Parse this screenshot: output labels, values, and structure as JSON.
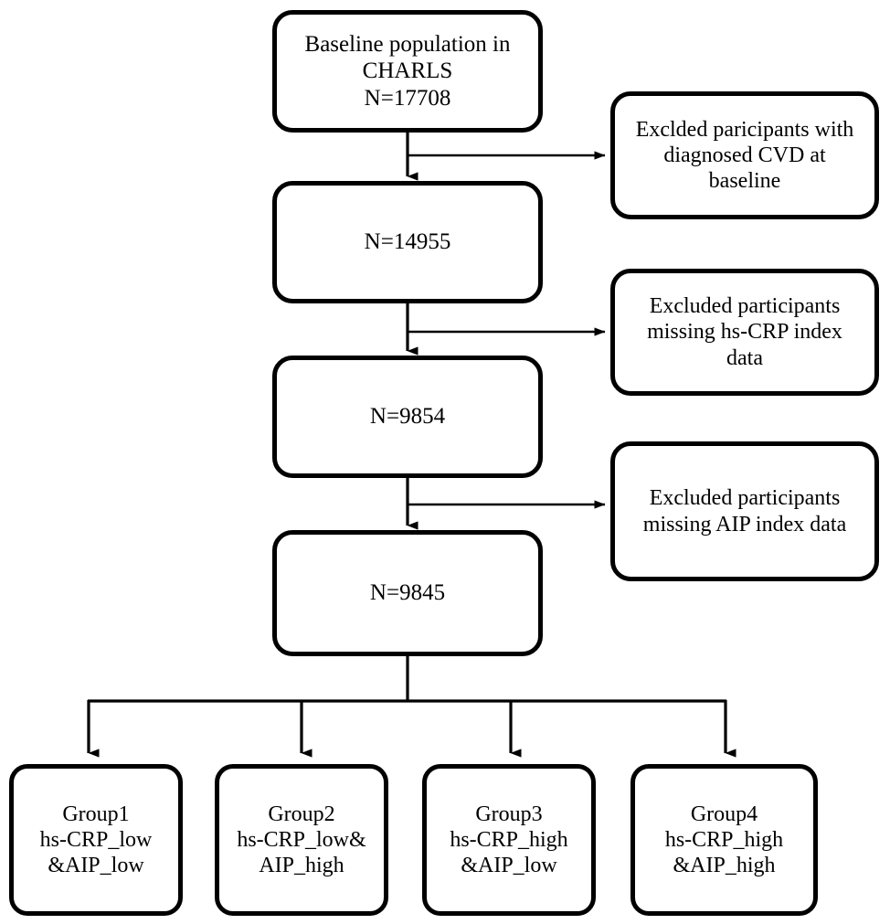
{
  "diagram": {
    "title": "CHARLS participant selection flow diagram",
    "type": "flowchart",
    "colors": {
      "stroke": "#000000",
      "background": "#ffffff",
      "text": "#000000"
    }
  },
  "main_flow": [
    {
      "id": "baseline",
      "label": "Baseline population in\nCHARLS\nN=17708",
      "n": 17708
    },
    {
      "id": "n2",
      "label": "N=14955",
      "n": 14955
    },
    {
      "id": "n3",
      "label": "N=9854",
      "n": 9854
    },
    {
      "id": "n4",
      "label": "N=9845",
      "n": 9845
    }
  ],
  "exclusions": [
    {
      "id": "excl1",
      "label": "Exclded paricipants with\ndiagnosed CVD at\nbaseline"
    },
    {
      "id": "excl2",
      "label": "Excluded participants\nmissing hs-CRP index\ndata"
    },
    {
      "id": "excl3",
      "label": "Excluded participants\nmissing AIP index data"
    }
  ],
  "groups": [
    {
      "id": "group1",
      "label": "Group1\nhs-CRP_low\n&AIP_low"
    },
    {
      "id": "group2",
      "label": "Group2\nhs-CRP_low&\nAIP_high"
    },
    {
      "id": "group3",
      "label": "Group3\nhs-CRP_high\n&AIP_low"
    },
    {
      "id": "group4",
      "label": "Group4\nhs-CRP_high\n&AIP_high"
    }
  ]
}
